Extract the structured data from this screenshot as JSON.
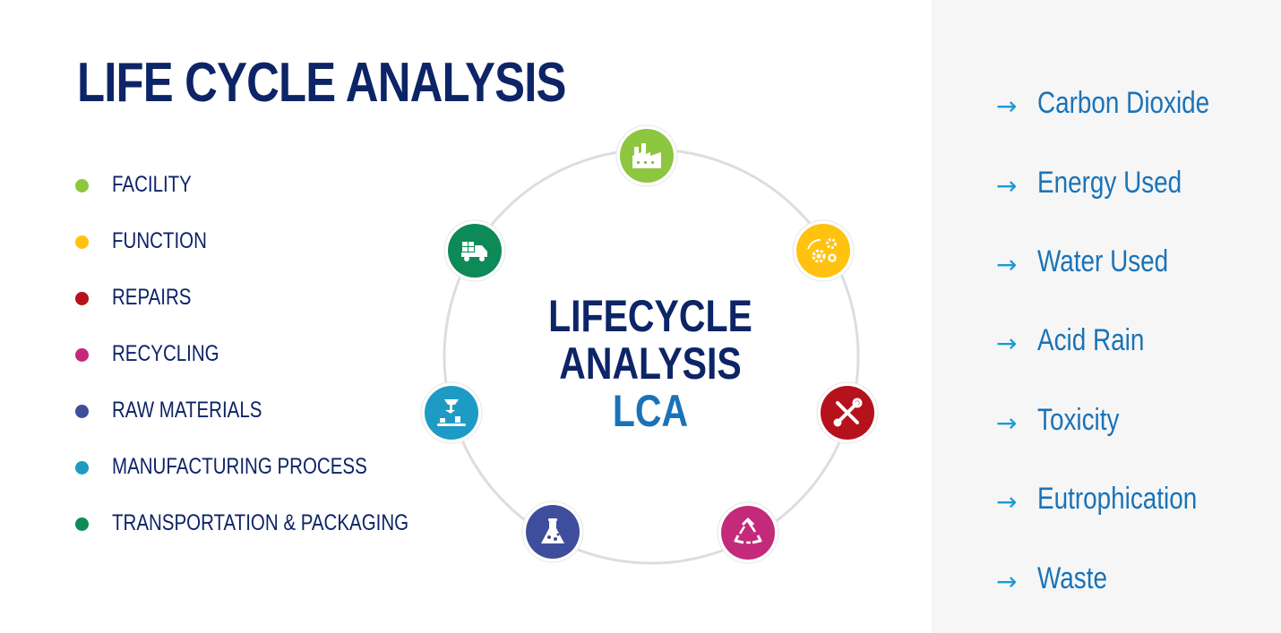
{
  "title": "LIFE CYCLE ANALYSIS",
  "center": {
    "line1": "LIFECYCLE",
    "line2": "ANALYSIS",
    "line3": "LCA"
  },
  "legend": [
    {
      "label": "FACILITY",
      "color": "#8dc63f"
    },
    {
      "label": "FUNCTION",
      "color": "#ffc20e"
    },
    {
      "label": "REPAIRS",
      "color": "#b5121b"
    },
    {
      "label": "RECYCLING",
      "color": "#c42a7a"
    },
    {
      "label": "RAW MATERIALS",
      "color": "#3f4e9c"
    },
    {
      "label": "MANUFACTURING PROCESS",
      "color": "#1e9bc4"
    },
    {
      "label": "TRANSPORTATION & PACKAGING",
      "color": "#0d8a57"
    }
  ],
  "cycle_nodes": [
    {
      "stage": "FACILITY",
      "icon": "factory-icon",
      "color": "#8dc63f"
    },
    {
      "stage": "FUNCTION",
      "icon": "gears-icon",
      "color": "#ffc20e"
    },
    {
      "stage": "REPAIRS",
      "icon": "tools-icon",
      "color": "#b5121b"
    },
    {
      "stage": "RECYCLING",
      "icon": "recycle-icon",
      "color": "#c42a7a"
    },
    {
      "stage": "RAW MATERIALS",
      "icon": "flask-icon",
      "color": "#3f4e9c"
    },
    {
      "stage": "MANUFACTURING PROCESS",
      "icon": "conveyor-icon",
      "color": "#1e9bc4"
    },
    {
      "stage": "TRANSPORTATION & PACKAGING",
      "icon": "truck-icon",
      "color": "#0d8a57"
    }
  ],
  "impacts": [
    {
      "label": "Carbon Dioxide",
      "icon": "arrow-right-icon"
    },
    {
      "label": "Energy Used",
      "icon": "arrow-right-icon"
    },
    {
      "label": "Water Used",
      "icon": "arrow-right-icon"
    },
    {
      "label": "Acid Rain",
      "icon": "arrow-right-icon"
    },
    {
      "label": "Toxicity",
      "icon": "arrow-right-icon"
    },
    {
      "label": "Eutrophication",
      "icon": "arrow-right-icon"
    },
    {
      "label": "Waste",
      "icon": "arrow-right-icon"
    }
  ],
  "colors": {
    "title": "#0d2467",
    "accent": "#1a73b8",
    "arrow": "#1a9ad6",
    "ring": "#dddddd"
  }
}
